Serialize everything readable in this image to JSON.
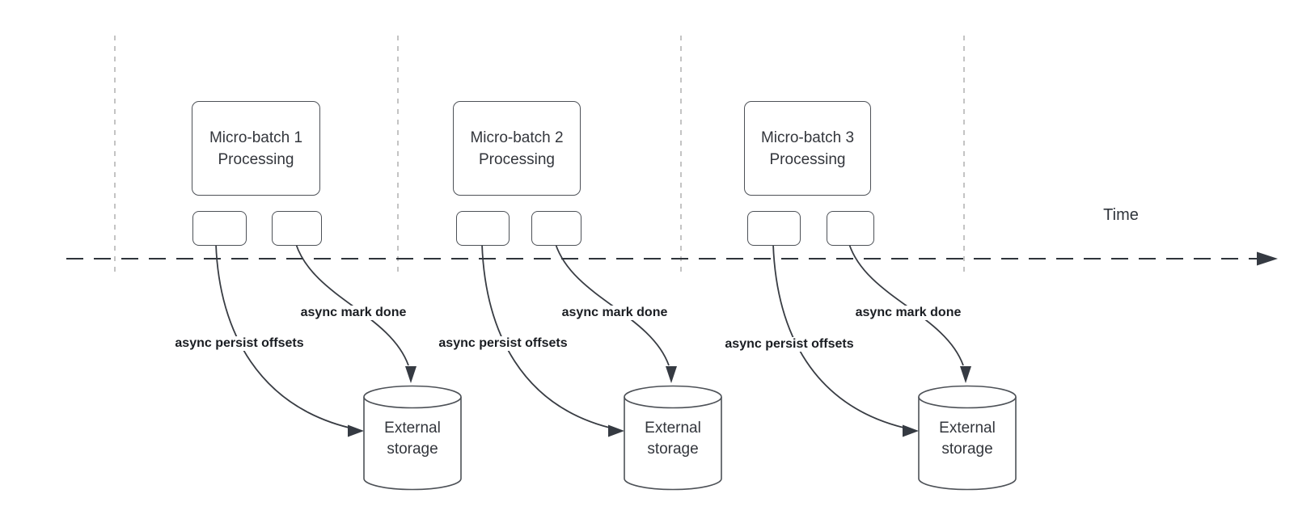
{
  "diagram": {
    "time_label": "Time",
    "sections": [
      {
        "title_line1": "Micro-batch 1",
        "title_line2": "Processing",
        "persist_label": "async persist offsets",
        "mark_label": "async mark done",
        "storage_line1": "External",
        "storage_line2": "storage"
      },
      {
        "title_line1": "Micro-batch 2",
        "title_line2": "Processing",
        "persist_label": "async persist offsets",
        "mark_label": "async mark done",
        "storage_line1": "External",
        "storage_line2": "storage"
      },
      {
        "title_line1": "Micro-batch 3",
        "title_line2": "Processing",
        "persist_label": "async persist offsets",
        "mark_label": "async mark done",
        "storage_line1": "External",
        "storage_line2": "storage"
      }
    ],
    "colors": {
      "background": "#ffffff",
      "dark_line": "#2f343b",
      "curve_line": "#383c43",
      "guide_gray": "#b1b1b1",
      "shape_border": "#4d5157",
      "shape_text": "#33363c",
      "label_text": "#1a1d22"
    }
  }
}
